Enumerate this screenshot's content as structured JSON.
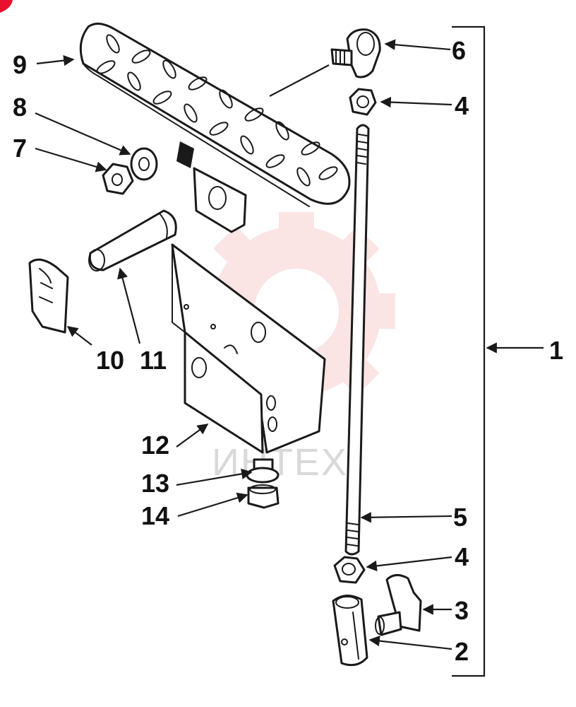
{
  "callouts": {
    "c1": "1",
    "c2": "2",
    "c3": "3",
    "c4a": "4",
    "c4b": "4",
    "c5": "5",
    "c6": "6",
    "c7": "7",
    "c8": "8",
    "c9": "9",
    "c10": "10",
    "c11": "11",
    "c12": "12",
    "c13": "13",
    "c14": "14"
  },
  "watermark": {
    "text": "ИНТЕХ",
    "color": "#f2b8b8"
  },
  "colors": {
    "ink": "#1a1a1a",
    "badge": "#e8102c"
  }
}
